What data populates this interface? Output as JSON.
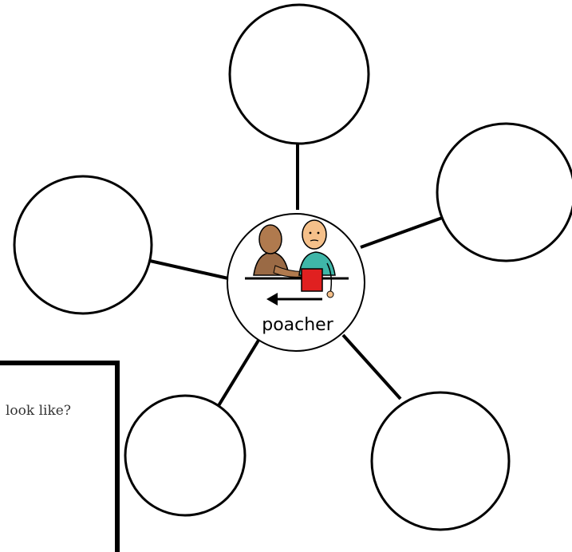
{
  "diagram": {
    "center": {
      "label": "poacher",
      "symbol": "two-people-giving-icon"
    },
    "branches": [
      {
        "id": "top",
        "text": ""
      },
      {
        "id": "upper-right",
        "text": ""
      },
      {
        "id": "lower-right",
        "text": ""
      },
      {
        "id": "lower-left",
        "text": ""
      },
      {
        "id": "upper-left",
        "text": ""
      }
    ]
  },
  "question_card": {
    "text": "look like?"
  },
  "colors": {
    "outline": "#000000",
    "background": "#ffffff",
    "person_left_skin": "#b07a4e",
    "person_left_shirt": "#9a6a45",
    "person_right_skin": "#f5c08a",
    "person_right_shirt": "#3fb6a8",
    "object": "#e02020"
  }
}
